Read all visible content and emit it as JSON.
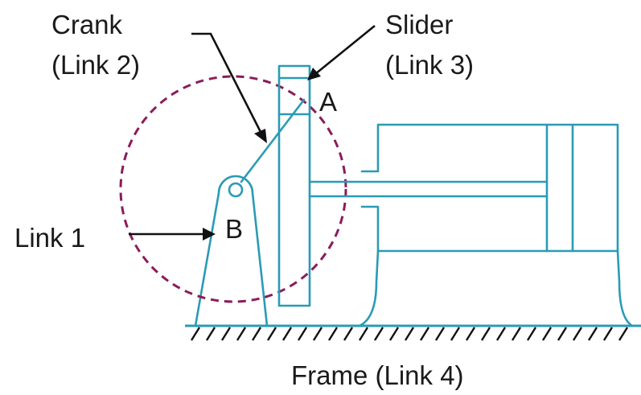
{
  "labels": {
    "crank_line1": "Crank",
    "crank_line2": "(Link 2)",
    "slider_line1": "Slider",
    "slider_line2": "(Link 3)",
    "point_a": "A",
    "point_b": "B",
    "link1": "Link 1",
    "frame": "Frame (Link 4)"
  },
  "colors": {
    "mechanism": "#2a9bb5",
    "crank_path": "#8b1c5a",
    "annotation": "#111111"
  }
}
